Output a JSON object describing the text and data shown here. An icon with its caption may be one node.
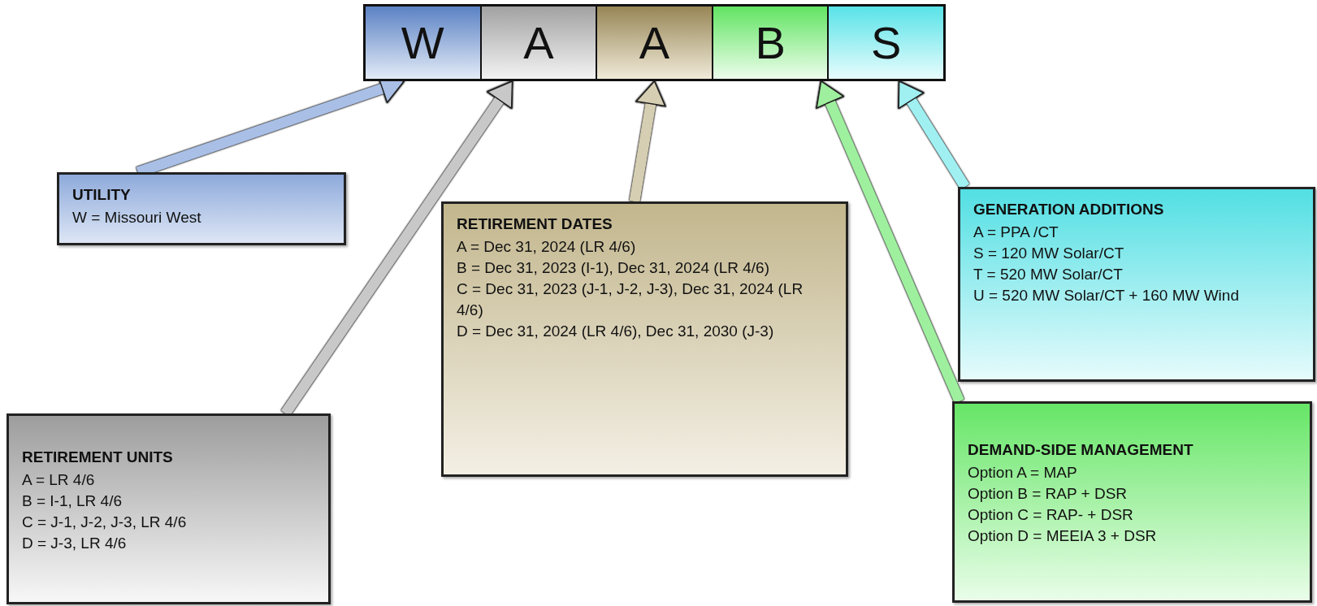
{
  "diagram": {
    "nodes": [
      {
        "text": [
          "W"
        ]
      },
      {
        "text": [
          "A"
        ]
      },
      {
        "text": [
          "A"
        ]
      },
      {
        "text": [
          "B"
        ]
      },
      {
        "text": [
          "S"
        ]
      },
      {
        "text": [
          "UTILITY",
          "W = Missouri West"
        ]
      },
      {
        "text": [
          "RETIREMENT UNITS",
          "A = LR 4/6",
          "B = I-1, LR 4/6",
          "C = J-1, J-2, J-3, LR 4/6",
          "D = J-3, LR 4/6"
        ]
      },
      {
        "text": [
          "RETIREMENT DATES",
          "A = Dec 31, 2024 (LR 4/6)",
          "B = Dec 31, 2023 (I-1), Dec 31, 2024 (LR 4/6)",
          "C = Dec 31, 2023 (J-1, J-2, J-3), Dec 31, 2024 (LR 4/6)",
          "D = Dec 31, 2024 (LR 4/6), Dec 31, 2030 (J-3)"
        ]
      },
      {
        "text": [
          "GENERATION ADDITIONS",
          "A = PPA /CT",
          "S = 120 MW Solar/CT",
          "T = 520 MW Solar/CT",
          "U = 520 MW Solar/CT + 160 MW Wind"
        ]
      },
      {
        "text": [
          "DEMAND-SIDE MANAGEMENT",
          "Option A = MAP",
          "Option B = RAP + DSR",
          "Option C = RAP- + DSR",
          "Option D = MEEIA 3 + DSR"
        ]
      }
    ],
    "edges": [
      {
        "from": 5,
        "to": 0,
        "arrow": "to",
        "color": "#a9bfe6"
      },
      {
        "from": 6,
        "to": 1,
        "arrow": "to",
        "color": "#c8c8c8"
      },
      {
        "from": 7,
        "to": 2,
        "arrow": "to",
        "color": "#d6ceb2"
      },
      {
        "from": 9,
        "to": 3,
        "arrow": "to",
        "color": "#9ef09e"
      },
      {
        "from": 8,
        "to": 4,
        "arrow": "to",
        "color": "#a0f0f2"
      }
    ]
  }
}
